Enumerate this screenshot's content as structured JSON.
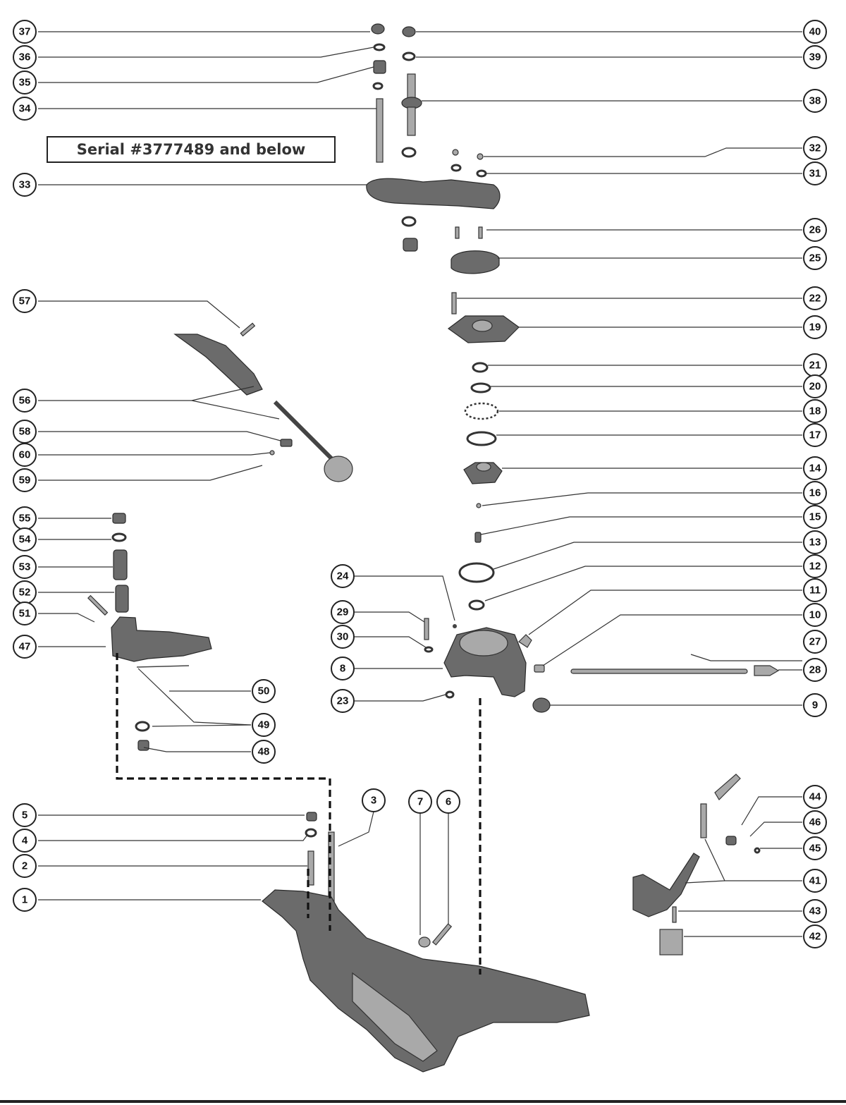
{
  "notes": {
    "serial_label": "Serial #3777489 and below"
  },
  "callouts": {
    "c37": "37",
    "c36": "36",
    "c35": "35",
    "c34": "34",
    "c33": "33",
    "c57": "57",
    "c56": "56",
    "c58": "58",
    "c60": "60",
    "c59": "59",
    "c55": "55",
    "c54": "54",
    "c53": "53",
    "c52": "52",
    "c51": "51",
    "c47": "47",
    "c50": "50",
    "c49": "49",
    "c48": "48",
    "c5": "5",
    "c4": "4",
    "c2": "2",
    "c1": "1",
    "c3": "3",
    "c7": "7",
    "c6": "6",
    "c40": "40",
    "c39": "39",
    "c38": "38",
    "c32": "32",
    "c31": "31",
    "c26": "26",
    "c25": "25",
    "c22": "22",
    "c19": "19",
    "c21": "21",
    "c20": "20",
    "c18": "18",
    "c17": "17",
    "c14": "14",
    "c16": "16",
    "c15": "15",
    "c13": "13",
    "c12": "12",
    "c11": "11",
    "c10": "10",
    "c27": "27",
    "c28": "28",
    "c9": "9",
    "c24": "24",
    "c29": "29",
    "c30": "30",
    "c8": "8",
    "c23": "23",
    "c44": "44",
    "c46": "46",
    "c45": "45",
    "c41": "41",
    "c43": "43",
    "c42": "42"
  }
}
